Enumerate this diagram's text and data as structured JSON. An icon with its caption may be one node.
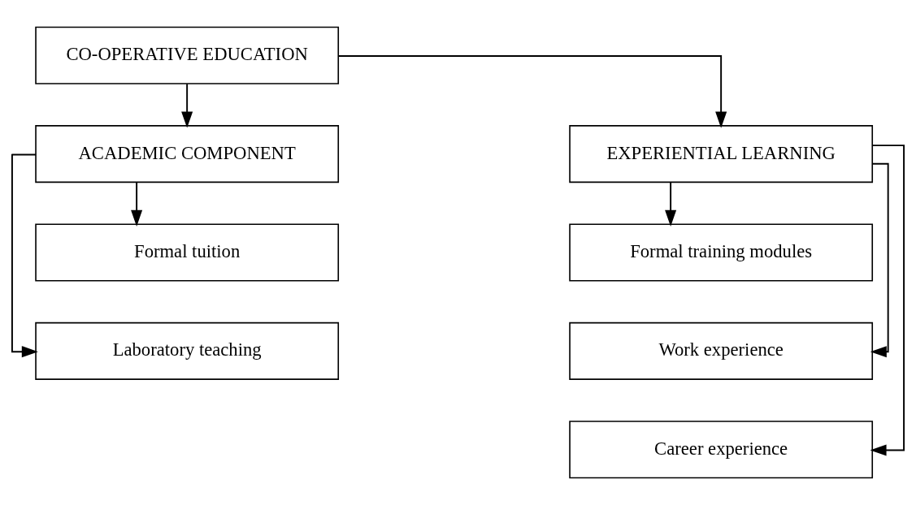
{
  "diagram": {
    "nodes": [
      {
        "text": [
          "CO-OPERATIVE EDUCATION"
        ]
      },
      {
        "text": [
          "ACADEMIC COMPONENT"
        ]
      },
      {
        "text": [
          "EXPERIENTIAL LEARNING"
        ]
      },
      {
        "text": [
          "Formal tuition"
        ]
      },
      {
        "text": [
          "Laboratory teaching"
        ]
      },
      {
        "text": [
          "Formal training modules"
        ]
      },
      {
        "text": [
          "Work experience"
        ]
      },
      {
        "text": [
          "Career experience"
        ]
      }
    ],
    "edges": [
      {
        "from": 0,
        "to": 1,
        "arrow": "to"
      },
      {
        "from": 0,
        "to": 2,
        "arrow": "to"
      },
      {
        "from": 1,
        "to": 3,
        "arrow": "to"
      },
      {
        "from": 1,
        "to": 4,
        "arrow": "to"
      },
      {
        "from": 2,
        "to": 5,
        "arrow": "to"
      },
      {
        "from": 2,
        "to": 6,
        "arrow": "to"
      },
      {
        "from": 2,
        "to": 7,
        "arrow": "to"
      }
    ]
  }
}
